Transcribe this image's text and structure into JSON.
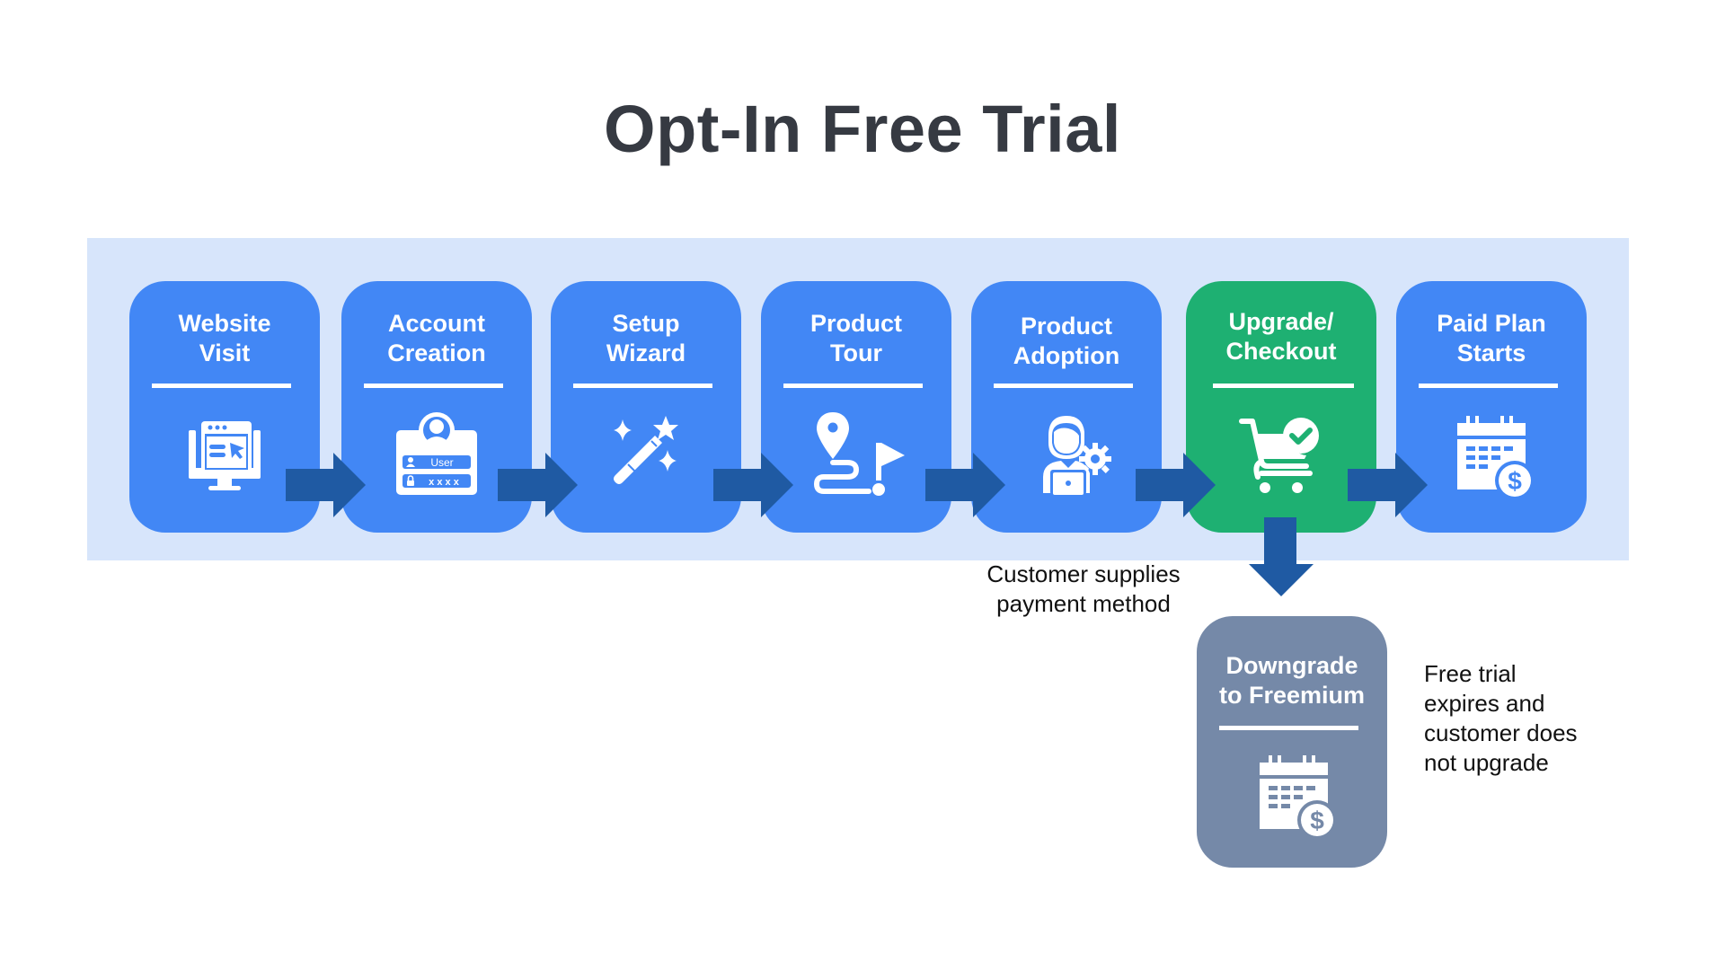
{
  "title": "Opt-In Free Trial",
  "colors": {
    "step_blue": "#4287f5",
    "checkout_green": "#1eb072",
    "downgrade_gray": "#7589a8",
    "arrow_blue": "#1f5aa3",
    "band_background": "#d7e5fb",
    "title_text": "#363a42"
  },
  "steps": [
    {
      "id": "website-visit",
      "line1": "Website",
      "line2": "Visit",
      "icon": "website-monitor-icon"
    },
    {
      "id": "account-creation",
      "line1": "Account",
      "line2": "Creation",
      "icon": "user-login-card-icon",
      "icon_text": {
        "user_field": "User",
        "password_field": "x x x x"
      }
    },
    {
      "id": "setup-wizard",
      "line1": "Setup",
      "line2": "Wizard",
      "icon": "magic-wand-icon"
    },
    {
      "id": "product-tour",
      "line1": "Product",
      "line2": "Tour",
      "icon": "route-flag-icon"
    },
    {
      "id": "product-adoption",
      "line1": "Product",
      "line2": "Adoption",
      "icon": "person-laptop-gear-icon"
    },
    {
      "id": "upgrade-checkout",
      "line1": "Upgrade/",
      "line2": "Checkout",
      "icon": "cart-check-icon"
    },
    {
      "id": "paid-plan-starts",
      "line1": "Paid Plan",
      "line2": "Starts",
      "icon": "calendar-dollar-icon"
    }
  ],
  "branch": {
    "id": "downgrade-to-freemium",
    "line1": "Downgrade",
    "line2": "to Freemium",
    "icon": "calendar-dollar-icon"
  },
  "captions": {
    "upgrade_condition": [
      "Customer supplies",
      "payment method"
    ],
    "downgrade_condition": [
      "Free trial",
      "expires and",
      "customer does",
      "not upgrade"
    ]
  }
}
